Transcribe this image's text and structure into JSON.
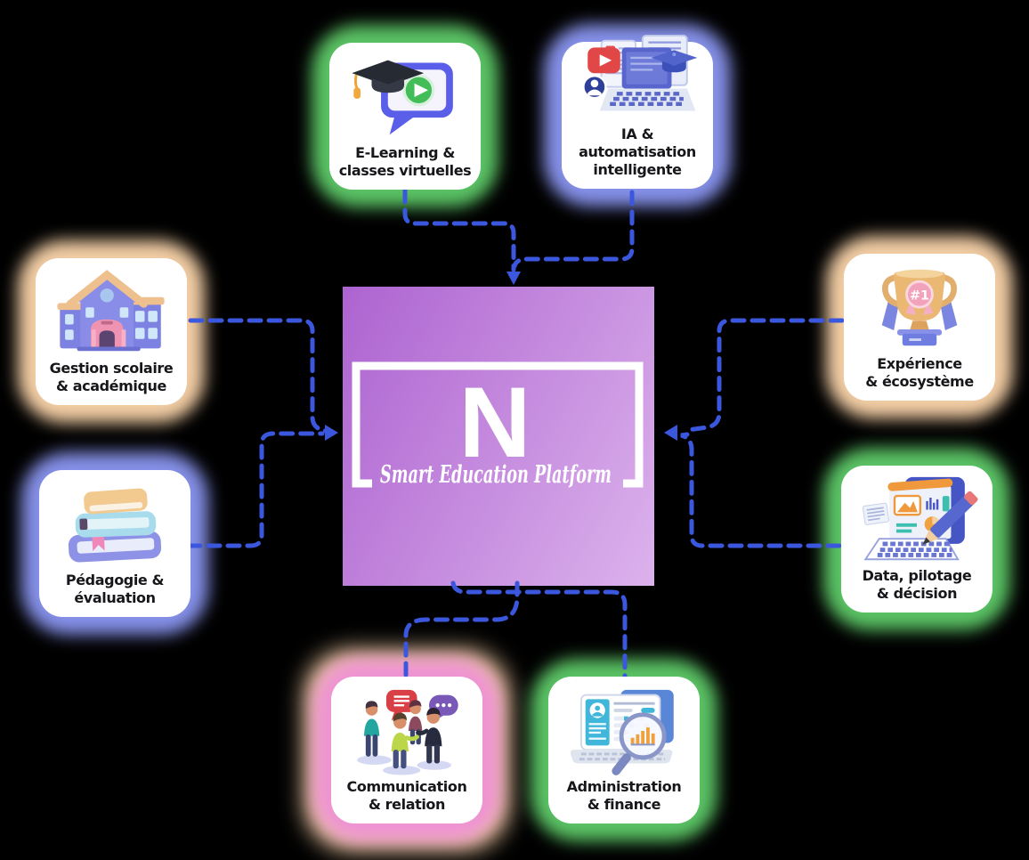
{
  "background_color": "#000000",
  "connector": {
    "color": "#3b57dd",
    "style": "dashed",
    "arrow_color": "#3b57dd"
  },
  "center": {
    "letter": "N",
    "subtitle": "Smart Education Platform",
    "gradient_from": "#ad63d0",
    "gradient_to": "#dcb2ec",
    "frame_color": "#ffffff",
    "text_color": "#ffffff"
  },
  "nodes": [
    {
      "id": "elearning",
      "label": "E-Learning &\nclasses virtuelles",
      "glow_color": "#5ac264",
      "icon": "graduation-cap-video-chat-icon"
    },
    {
      "id": "ia",
      "label": "IA & automatisation\nintelligente",
      "glow_color": "#8590e8",
      "icon": "ai-laptop-icon"
    },
    {
      "id": "gestion",
      "label": "Gestion scolaire\n& académique",
      "glow_color": "#f2cda4",
      "icon": "school-building-icon"
    },
    {
      "id": "pedagogie",
      "label": "Pédagogie &\névaluation",
      "glow_color": "#8590e8",
      "icon": "books-stack-icon"
    },
    {
      "id": "experience",
      "label": "Expérience\n& écosystème",
      "glow_color": "#f2cda4",
      "icon": "trophy-icon"
    },
    {
      "id": "data",
      "label": "Data, pilotage\n& décision",
      "glow_color": "#5ac264",
      "icon": "analytics-dashboard-icon"
    },
    {
      "id": "communication",
      "label": "Communication\n& relation",
      "glow_color": "#ee93d2",
      "icon": "people-discussion-icon"
    },
    {
      "id": "administration",
      "label": "Administration\n& finance",
      "glow_color": "#5ac264",
      "icon": "laptop-magnifier-icon"
    }
  ]
}
